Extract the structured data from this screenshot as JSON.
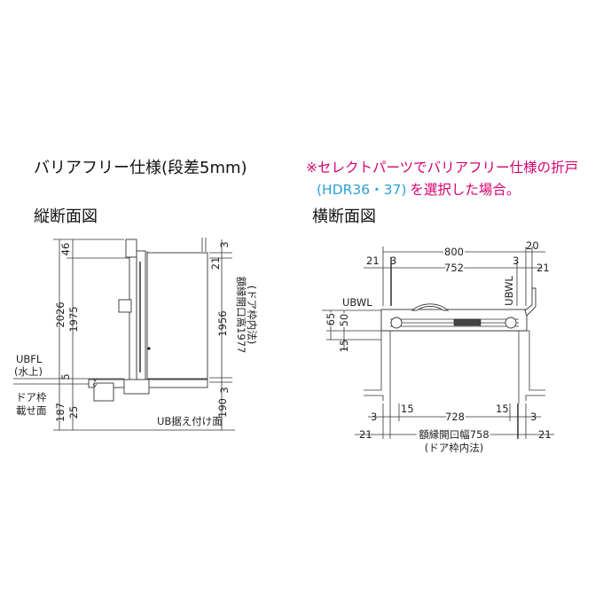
{
  "title": "バリアフリー仕様(段差5mm)",
  "note": {
    "line1": "※セレクトパーツでバリアフリー仕様の折戸",
    "line2_code": "(HDR36・37)",
    "line2_rest": "を選択した場合。",
    "colors": {
      "note": "#d6006e",
      "code": "#2a9fd8"
    }
  },
  "vertical_section": {
    "heading": "縦断面図",
    "dims": {
      "d2026": "2026",
      "d46": "46",
      "d1975": "1975",
      "d5": "5",
      "d187": "187",
      "d25": "25",
      "d3_top": "3",
      "d21": "21",
      "d1956": "1956",
      "d3_bottom": "3",
      "d190": "190",
      "opening_height": "額縁開口高1977",
      "opening_note": "(ドア枠内法)"
    },
    "labels": {
      "ubfl": "UBFL",
      "ubfl_sub": "(水上)",
      "frame_surface_1": "ドア枠",
      "frame_surface_2": "載せ面",
      "ub_install": "UB据え付け面"
    }
  },
  "horizontal_section": {
    "heading": "横断面図",
    "dims": {
      "d800": "800",
      "d20": "20",
      "d21_left_top": "21",
      "d3_left_top": "3",
      "d752": "752",
      "d3_right_top": "3",
      "d21_right_top": "21",
      "d65": "65",
      "d50": "50",
      "d15_left": "15",
      "d3_left_bottom": "3",
      "d15_a": "15",
      "d728": "728",
      "d15_b": "15",
      "d3_right_bottom": "3",
      "d21_left_bottom": "21",
      "opening_width": "額縁開口幅758",
      "d21_right_bottom": "21",
      "opening_note": "(ドア枠内法)"
    },
    "labels": {
      "ubwl_left": "UBWL",
      "ubwl_right": "UBWL"
    }
  }
}
